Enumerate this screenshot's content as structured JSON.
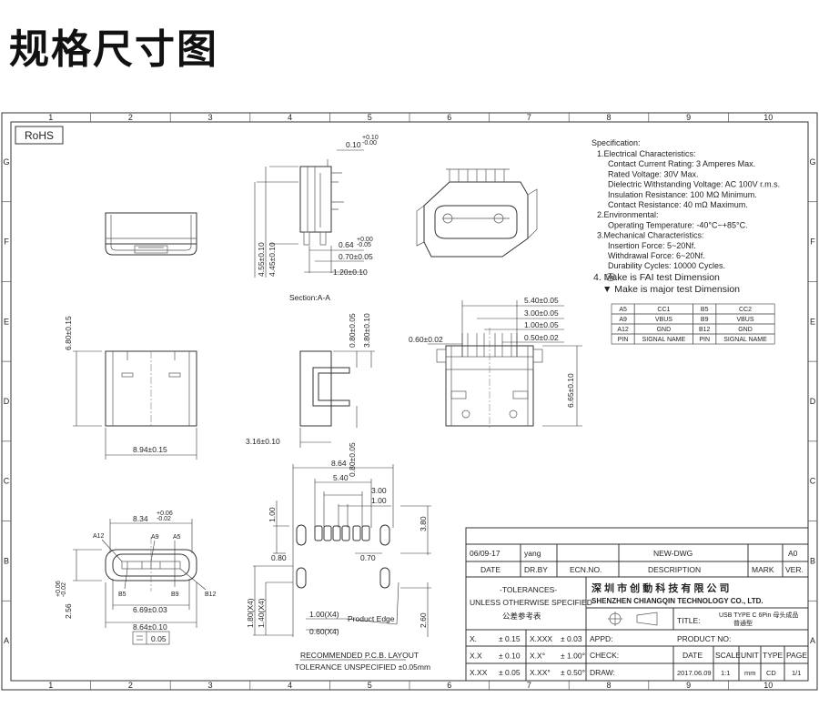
{
  "page_title": "规格尺寸图",
  "rohs_label": "RoHS",
  "grid": {
    "cols": [
      "1",
      "2",
      "3",
      "4",
      "5",
      "6",
      "7",
      "8",
      "9",
      "10"
    ],
    "rows": [
      "G",
      "F",
      "E",
      "D",
      "C",
      "B",
      "A"
    ]
  },
  "section_label": "Section:A-A",
  "specification": {
    "heading": "Specification:",
    "lines": [
      "1.Electrical Characteristics:",
      "Contact Current Rating: 3 Amperes Max.",
      "Rated Voltage:  30V Max.",
      "Dielectric Withstanding Voltage: AC 100V r.m.s.",
      "Insulation Resistance: 100 MΩ Minimum.",
      "Contact Resistance: 40 mΩ Maximum.",
      "2.Environmental:",
      "Operating Temperature: -40°C~+85°C.",
      "3.Mechanical Characteristics:",
      "Insertion Force: 5~20Nf.",
      "Withdrawal Force: 6~20Nf.",
      "Durability Cycles: 10000 Cycles."
    ],
    "note_fai": "4.     Make is FAI test Dimension",
    "note_major": "▼  Make is major test Dimension"
  },
  "pin_table": {
    "rows": [
      [
        "A5",
        "CC1",
        "B5",
        "CC2"
      ],
      [
        "A9",
        "VBUS",
        "B9",
        "VBUS"
      ],
      [
        "A12",
        "GND",
        "B12",
        "GND"
      ],
      [
        "PIN",
        "SIGNAL NAME",
        "PIN",
        "SIGNAL NAME"
      ]
    ]
  },
  "dims": {
    "top_010": "0.10",
    "top_tol": "+0.10\n-0.00",
    "d064": "0.64",
    "d064_tol": "+0.00\n-0.05",
    "d070": "0.70±0.05",
    "d120": "1.20±0.10",
    "d455a": "4.55±0.10",
    "d445": "4.45±0.10",
    "d680": "6.80±0.15",
    "d894": "8.94±0.15",
    "d080a": "0.80±0.05",
    "d380": "3.80±0.10",
    "d316": "3.16±0.10",
    "d080b": "0.80±0.05",
    "d540": "5.40±0.05",
    "d300": "3.00±0.05",
    "d100": "1.00±0.05",
    "d050": "0.50±0.02",
    "d060": "0.60±0.02",
    "d665": "6.65±0.10",
    "d834": "8.34",
    "d834_tol": "+0.06\n-0.02",
    "d256": "2.56",
    "d256_tol": "+0.06\n-0.02",
    "d669": "6.69±0.03",
    "d864": "8.64±0.10",
    "flatness": "0.05",
    "pin_a12": "A12",
    "pin_a9": "A9",
    "pin_a5": "A5",
    "pin_b5": "B5",
    "pin_b9": "B9",
    "pin_b12": "B12",
    "pcb_864": "8.64",
    "pcb_540": "5.40",
    "pcb_300": "3.00",
    "pcb_100a": "1.00",
    "pcb_100b": "1.00",
    "pcb_380": "3.80",
    "pcb_080": "0.80",
    "pcb_070": "0.70",
    "pcb_180": "1.80(X4)",
    "pcb_140": "1.40(X4)",
    "pcb_100x4": "1.00(X4)",
    "pcb_060x4": "0.60(X4)",
    "pcb_260": "2.60",
    "product_edge": "Product Edge",
    "pcb_title": "RECOMMENDED  P.C.B. LAYOUT",
    "pcb_tol": "TOLERANCE  UNSPECIFIED  ±0.05mm"
  },
  "title_block": {
    "rev_date": "06/09-17",
    "rev_by": "yang",
    "rev_desc": "NEW-DWG",
    "rev_mark": "A0",
    "hdr_date": "DATE",
    "hdr_drby": "DR.BY",
    "hdr_ecn": "ECN.NO.",
    "hdr_desc": "DESCRIPTION",
    "hdr_mark": "MARK",
    "hdr_ver": "VER.",
    "tol_title": "-TOLERANCES-",
    "tol_sub": "UNLESS OTHERWISE SPECIFIED",
    "tol_cn": "公差参考表",
    "company_cn": "深 圳 市 创 動 科 技 有 限 公 司",
    "company_en": "SHENZHEN CHIANGQIN TECHNOLOGY CO., LTD.",
    "title_label": "TITLE:",
    "title_value": "USB TYPE C 6Pin 母头成品",
    "title_value2": "普通型",
    "tol_rows": [
      [
        "X.",
        "± 0.15",
        "X.XXX",
        "± 0.03"
      ],
      [
        "X.X",
        "± 0.10",
        "X.X°",
        "± 1.00°"
      ],
      [
        "X.XX",
        "± 0.05",
        "X.XX°",
        "± 0.50°"
      ]
    ],
    "appd": "APPD:",
    "product_no": "PRODUCT NO:",
    "check": "CHECK:",
    "draw": "DRAW:",
    "col_date": "DATE",
    "col_scale": "SCALE",
    "col_unit": "UNIT",
    "col_type": "TYPE",
    "col_page": "PAGE",
    "val_date": "2017.06.09",
    "val_scale": "1:1",
    "val_unit": "mm",
    "val_type": "CD",
    "val_page": "1/1"
  }
}
